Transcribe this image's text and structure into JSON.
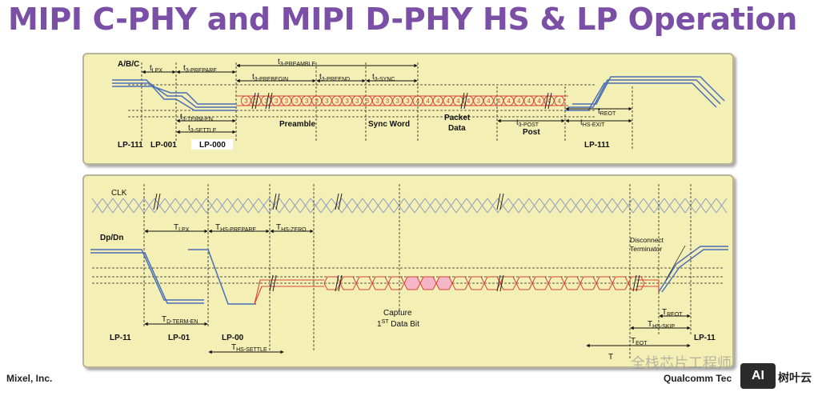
{
  "title": "MIPI C-PHY and MIPI D-PHY HS & LP Operation",
  "footer_left": "Mixel, Inc.",
  "footer_right": "Qualcomm Tec",
  "watermark": "全栈芯片工程师",
  "watermark_icon": "AI",
  "watermark_right": "树叶云",
  "cphy": {
    "signal": "A/B/C",
    "t_lpx": "t",
    "t_lpx_sub": "LPX",
    "t_prepare": "t",
    "t_prepare_sub": "3-PREPARE",
    "t_preamble": "t",
    "t_preamble_sub": "3-PREAMBLE",
    "t_prebegin": "t",
    "t_prebegin_sub": "3-PREBEGIN",
    "t_preend": "t",
    "t_preend_sub": "3-PREEND",
    "t_sync": "t",
    "t_sync_sub": "3-SYNC",
    "t_term_en": "t",
    "t_term_en_sub": "3-TERM-EN",
    "t_settle": "t",
    "t_settle_sub": "3-SETTLE",
    "t_post": "t",
    "t_post_sub": "3-POST",
    "t_reot": "t",
    "t_reot_sub": "REOT",
    "t_hs_exit": "t",
    "t_hs_exit_sub": "HS-EXIT",
    "preamble": "Preamble",
    "sync_word": "Sync Word",
    "packet_data_1": "Packet",
    "packet_data_2": "Data",
    "post": "Post",
    "states": [
      "LP-111",
      "LP-001",
      "LP-000",
      "LP-111"
    ],
    "symbols": [
      "3",
      "3",
      "3",
      "3",
      "3",
      "3",
      "3",
      "3",
      "3",
      "3",
      "3",
      "3",
      "3",
      "3",
      "3",
      "3",
      "3",
      "4",
      "4",
      "4",
      "4",
      "4",
      "4",
      "3",
      "4",
      "4",
      "4",
      "4",
      "4",
      "4",
      "4",
      "4"
    ]
  },
  "dphy": {
    "clk": "CLK",
    "signal": "Dp/Dn",
    "t_lpx": "T",
    "t_lpx_sub": "LPX",
    "t_hs_prepare": "T",
    "t_hs_prepare_sub": "HS-PREPARE",
    "t_hs_zero": "T",
    "t_hs_zero_sub": "HS-ZERO",
    "t_d_term_en": "T",
    "t_d_term_en_sub": "D-TERM-EN",
    "t_hs_settle": "T",
    "t_hs_settle_sub": "HS-SETTLE",
    "capture_1": "Capture",
    "capture_2a": "1",
    "capture_2_sup": "ST",
    "capture_2b": " Data Bit",
    "disconnect_1": "Disconnect",
    "disconnect_2": "Terminator",
    "t_reot": "T",
    "t_reot_sub": "REOT",
    "t_hs_skip": "T",
    "t_hs_skip_sub": "HS-SKIP",
    "t_eot": "T",
    "t_eot_sub": "EOT",
    "t_hs_exit": "T",
    "states": [
      "LP-11",
      "LP-01",
      "LP-00",
      "LP-11"
    ]
  },
  "colors": {
    "title": "#7B4FA6",
    "panel": "#F4EFB4",
    "lp_line": "#4A6FB8",
    "hs_line": "#D9443A",
    "hs_fill": "#F5B6C8",
    "clk_line": "#8A9CC4"
  }
}
